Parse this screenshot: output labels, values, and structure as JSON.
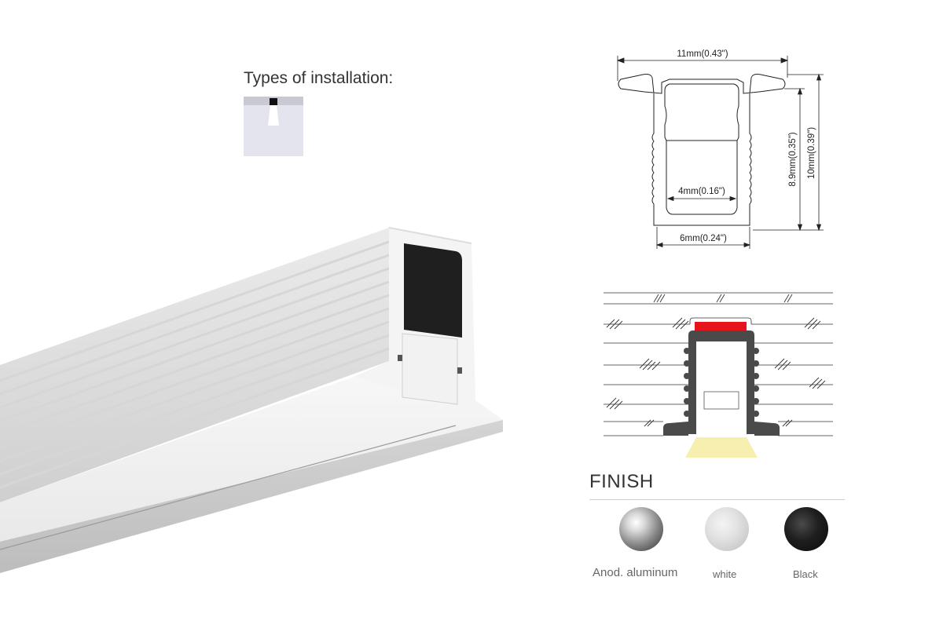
{
  "installation": {
    "title": "Types of installation:"
  },
  "dimensions": {
    "top_width": "11mm(0.43\")",
    "inner_width": "4mm(0.16\")",
    "bottom_width": "6mm(0.24\")",
    "inner_height": "8.9mm(0.35\")",
    "total_height": "10mm(0.39\")"
  },
  "finish": {
    "title": "FINISH",
    "options": [
      {
        "label": "Anod. aluminum",
        "color": "#9a9a9a"
      },
      {
        "label": "white",
        "color": "#d9d9d9"
      },
      {
        "label": "Black",
        "color": "#111111"
      }
    ]
  },
  "colors": {
    "diffuser_red": "#e8141c",
    "profile_gray": "#4a4a4a",
    "light_beam": "#f6efb0"
  }
}
